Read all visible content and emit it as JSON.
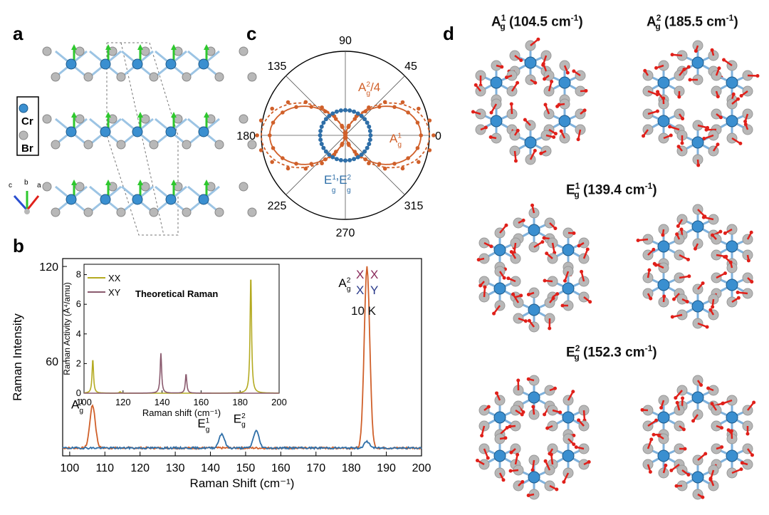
{
  "panels": {
    "a": "a",
    "b": "b",
    "c": "c",
    "d": "d"
  },
  "panel_a": {
    "legend": {
      "cr": "Cr",
      "br": "Br"
    },
    "axes": {
      "c": "c",
      "b": "b",
      "a": "a"
    },
    "colors": {
      "cr": "#3a8fd0",
      "br": "#b8b8b8",
      "spin": "#2ec82e"
    }
  },
  "panel_d": {
    "modes": [
      {
        "sym": "A",
        "sup": "1",
        "sub": "g",
        "freq": "(104.5 cm",
        "unit": "-1",
        ")": ")"
      },
      {
        "sym": "A",
        "sup": "2",
        "sub": "g",
        "freq": "(185.5 cm",
        "unit": "-1"
      },
      {
        "sym": "E",
        "sup": "1",
        "sub": "g",
        "freq": "(139.4 cm",
        "unit": "-1"
      },
      {
        "sym": "E",
        "sup": "2",
        "sub": "g",
        "freq": "(152.3 cm",
        "unit": "-1"
      }
    ],
    "colors": {
      "cr": "#3a8fd0",
      "br": "#b8b8b8",
      "arrow": "#e0201a"
    }
  },
  "chart_data": [
    {
      "type": "line",
      "id": "raman-main",
      "xlabel": "Raman Shift (cm⁻¹)",
      "ylabel": "Raman Intensity",
      "xlim": [
        98,
        200
      ],
      "ylim": [
        0,
        125
      ],
      "xticks": [
        100,
        110,
        120,
        130,
        140,
        150,
        160,
        170,
        180,
        190,
        200
      ],
      "yticks": [
        60,
        120
      ],
      "series": [
        {
          "name": "XX",
          "color": "#d0602a",
          "baseline": 5,
          "peaks": [
            {
              "x": 106.5,
              "h": 27
            },
            {
              "x": 184.5,
              "h": 115
            }
          ]
        },
        {
          "name": "XY",
          "color": "#2f6fa8",
          "baseline": 5,
          "peaks": [
            {
              "x": 143.2,
              "h": 9
            },
            {
              "x": 153,
              "h": 11
            },
            {
              "x": 184.5,
              "h": 4
            }
          ]
        }
      ],
      "peak_labels": [
        {
          "sym": "A",
          "sup": "1",
          "sub": "g",
          "x": 106.5
        },
        {
          "sym": "E",
          "sup": "1",
          "sub": "g",
          "x": 143.2
        },
        {
          "sym": "E",
          "sup": "2",
          "sub": "g",
          "x": 153
        },
        {
          "sym": "A",
          "sup": "2",
          "sub": "g",
          "x": 184.5
        }
      ],
      "legend": {
        "row1": [
          "X",
          "X"
        ],
        "row2": [
          "X",
          "Y"
        ],
        "temp": "10 K"
      }
    },
    {
      "type": "line",
      "id": "raman-inset",
      "title": "Theoretical Raman",
      "xlabel": "Raman shift (cm⁻¹)",
      "ylabel": "Raman Activity (Å⁴/amu)",
      "xlim": [
        100,
        200
      ],
      "ylim": [
        0,
        8.7
      ],
      "xticks": [
        100,
        120,
        140,
        160,
        180,
        200
      ],
      "yticks": [
        0,
        2,
        4,
        6,
        8
      ],
      "series": [
        {
          "name": "XX",
          "color": "#b4aa20",
          "peaks": [
            {
              "x": 104.5,
              "h": 2.3
            },
            {
              "x": 118.5,
              "h": 0.1
            },
            {
              "x": 185.5,
              "h": 8.0
            }
          ]
        },
        {
          "name": "XY",
          "color": "#8a5a6e",
          "peaks": [
            {
              "x": 139.4,
              "h": 2.7
            },
            {
              "x": 152.3,
              "h": 1.3
            }
          ]
        }
      ]
    },
    {
      "type": "polar",
      "id": "polar-plot",
      "angle_labels": [
        "0",
        "45",
        "90",
        "135",
        "180",
        "225",
        "270",
        "315"
      ],
      "series": [
        {
          "name": "A_g^1",
          "color": "#d0602a",
          "amp": 1.0
        },
        {
          "name": "A_g^2/4",
          "color": "#d0602a",
          "amp": 0.9
        },
        {
          "name": "E_g^1,E_g^2",
          "color": "#2f6fa8",
          "amp": 0.3
        }
      ],
      "labels": {
        "ag2": {
          "sym": "A",
          "sup": "2",
          "sub": "g",
          "tail": "/4"
        },
        "ag1": {
          "sym": "A",
          "sup": "1",
          "sub": "g"
        },
        "eg": {
          "a": "E",
          "b": "E",
          "sup1": "1",
          "sup2": "2",
          "sub": "g"
        }
      }
    }
  ]
}
